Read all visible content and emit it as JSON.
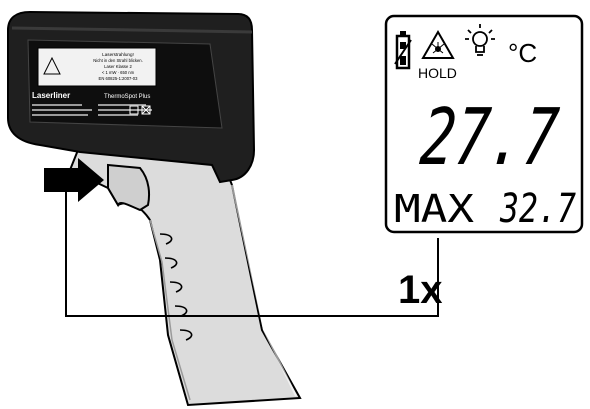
{
  "device": {
    "brand": "Laserliner",
    "model": "ThermoSpot Plus",
    "label_warning": [
      "Laserstrahlung!",
      "Nicht in den Strahl blicken.",
      "Laser Klasse 2",
      "< 1 mW · 650 nm",
      "EN 60825-1:2007-03"
    ]
  },
  "display": {
    "hold_label": "HOLD",
    "unit": "°C",
    "main_value": "27.7",
    "max_label": "MAX",
    "max_value": "32.7"
  },
  "instruction": {
    "press_count": "1x"
  },
  "colors": {
    "body_dark": "#1f1f1f",
    "grip_light": "#d7d7d7",
    "outline": "#000000"
  }
}
